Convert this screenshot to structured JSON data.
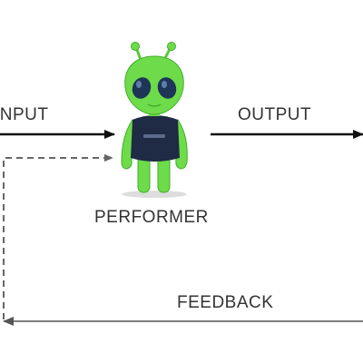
{
  "labels": {
    "input": "INPUT",
    "output": "OUTPUT",
    "performer": "PERFORMER",
    "feedback": "FEEDBACK"
  },
  "colors": {
    "arrow": "#111111",
    "feedback_line": "#555555",
    "dashed_line": "#666666",
    "alien_body": "#6edc4a",
    "alien_shadow": "#3fae2a",
    "alien_eye": "#1d3557",
    "alien_shirt": "#1f2a44"
  },
  "performer": {
    "icon": "alien-icon"
  }
}
